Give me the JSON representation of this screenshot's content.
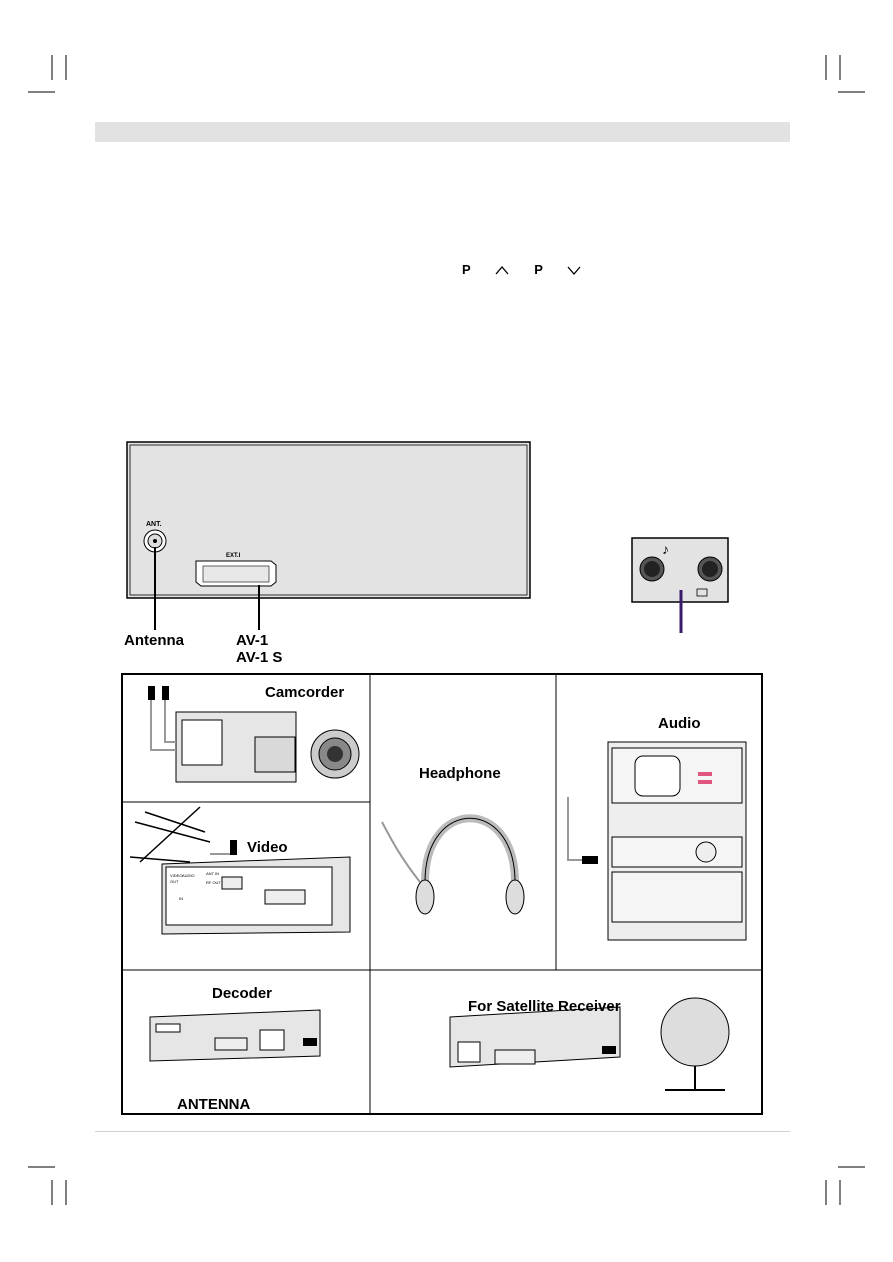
{
  "program_keys": {
    "up": "P",
    "down": "P"
  },
  "back_panel": {
    "ant_label": "ANT.",
    "ext_label": "EXT.I",
    "antenna_caption": "Antenna",
    "av_caption_1": "AV-1",
    "av_caption_2": "AV-1 S"
  },
  "devices": {
    "camcorder": "Camcorder",
    "video": "Video",
    "headphone": "Headphone",
    "audio": "Audio",
    "decoder": "Decoder",
    "decoder_antenna": "ANTENNA",
    "satellite": "For Satellite Receiver"
  },
  "vcr_panel_labels": {
    "video": "VIDEO",
    "audio": "AUDIO",
    "out": "OUT",
    "in": "IN",
    "ant_in": "ANT IN",
    "rf_out": "RF OUT"
  },
  "colors": {
    "header_bar": "#e2e2e2",
    "accent_purple": "#3a1a6b",
    "audio_pink": "#e0567f"
  }
}
